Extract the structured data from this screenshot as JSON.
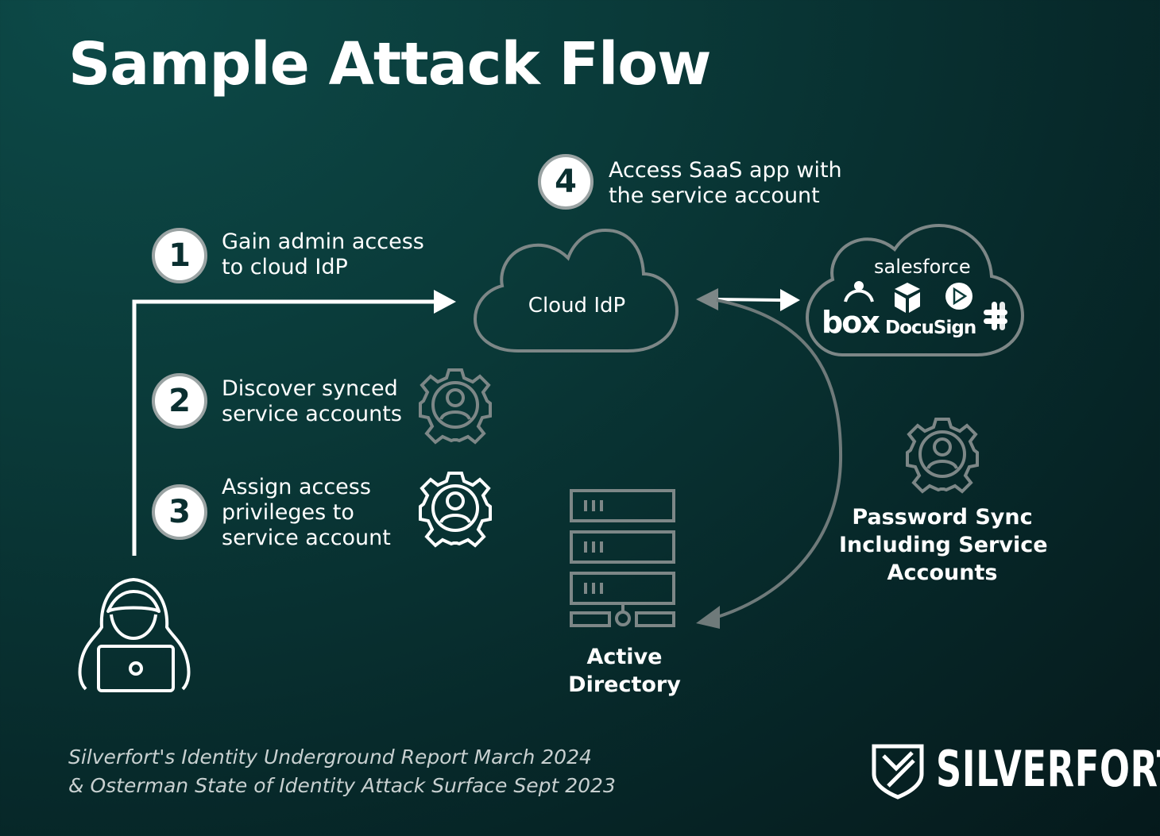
{
  "title": "Sample Attack Flow",
  "steps": [
    {
      "number": "1",
      "lines": [
        "Gain admin access",
        "to cloud IdP"
      ]
    },
    {
      "number": "2",
      "lines": [
        "Discover synced",
        "service accounts"
      ]
    },
    {
      "number": "3",
      "lines": [
        "Assign access",
        "privileges to",
        "service account"
      ]
    },
    {
      "number": "4",
      "lines": [
        "Access SaaS app with",
        "the service account"
      ]
    }
  ],
  "cloud_idp": {
    "label": "Cloud IdP"
  },
  "saas_cloud": {
    "apps": [
      "salesforce",
      "box",
      "DocuSign"
    ],
    "icons": [
      "workday-icon",
      "dropbox-icon",
      "play-icon",
      "slack-icon"
    ]
  },
  "active_directory": {
    "lines": [
      "Active",
      "Directory"
    ]
  },
  "password_sync": {
    "lines": [
      "Password Sync",
      "Including Service",
      "Accounts"
    ]
  },
  "footer": {
    "lines": [
      "Silverfort's Identity Underground Report March 2024",
      "& Osterman State of Identity Attack Surface Sept 2023"
    ]
  },
  "brand": {
    "name": "SILVERFORT"
  },
  "colors": {
    "background": "#0a3a39",
    "accent": "#ffffff",
    "muted_icon": "#7d8787",
    "badge_border": "#9aa3a3"
  }
}
